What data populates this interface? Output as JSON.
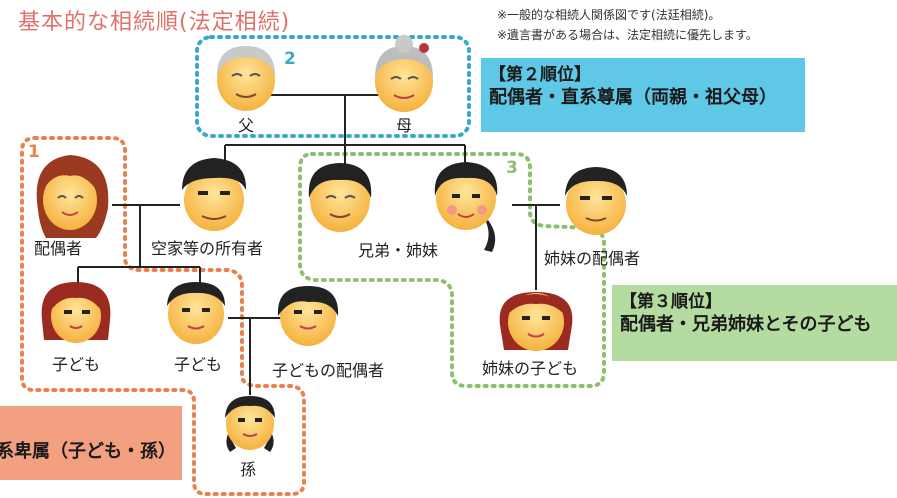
{
  "title": "基本的な相続順(法定相続)",
  "notes": [
    "※一般的な相続人関係図です(法廷相続)。",
    "※遺言書がある場合は、法定相続に優先します。"
  ],
  "ranks": {
    "second": {
      "number": "2",
      "heading": "【第２順位】",
      "description": "配偶者・直系尊属（両親・祖父母）"
    },
    "third": {
      "number": "3",
      "heading": "【第３順位】",
      "description": "配偶者・兄弟姉妹とその子ども"
    },
    "first": {
      "number": "1",
      "description": "系卑属（子ども・孫）"
    }
  },
  "people": {
    "father": "父",
    "mother": "母",
    "spouse": "配偶者",
    "owner": "空家等の所有者",
    "siblings": "兄弟・姉妹",
    "sister_spouse": "姉妹の配偶者",
    "child1": "子ども",
    "child2": "子ども",
    "child_spouse": "子どもの配偶者",
    "sister_child": "姉妹の子ども",
    "grandchild": "孫"
  },
  "colors": {
    "title": "#e2706a",
    "rank1": "#e8834f",
    "rank2": "#3aa8c8",
    "rank3": "#8cbf70",
    "rank2_box": "#5fc8e6",
    "rank3_box": "#b4dba0",
    "rank1_box": "#f2a07f"
  }
}
